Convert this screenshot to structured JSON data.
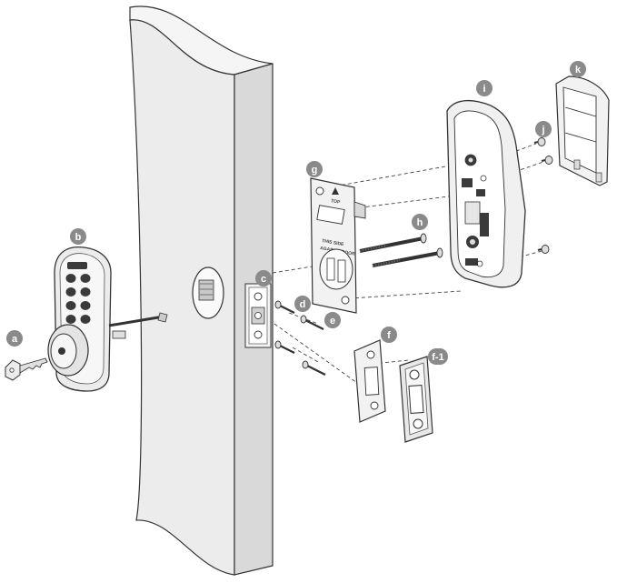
{
  "diagram": {
    "callouts": {
      "a": "a",
      "b": "b",
      "c": "c",
      "d": "d",
      "e": "e",
      "f": "f",
      "f1": "f-1",
      "g": "g",
      "h": "h",
      "i": "i",
      "j": "j",
      "k": "k"
    },
    "plate": {
      "top_label": "TOP",
      "line1": "THIS SIDE",
      "line2": "AGAINST DOOR"
    }
  },
  "colors": {
    "stroke": "#333333",
    "door_face": "#ececec",
    "door_edge": "#d6d6d6",
    "callout_fill": "#8a8a8a",
    "metal": "#f2f2f2",
    "dark_part": "#3a3a3a"
  }
}
